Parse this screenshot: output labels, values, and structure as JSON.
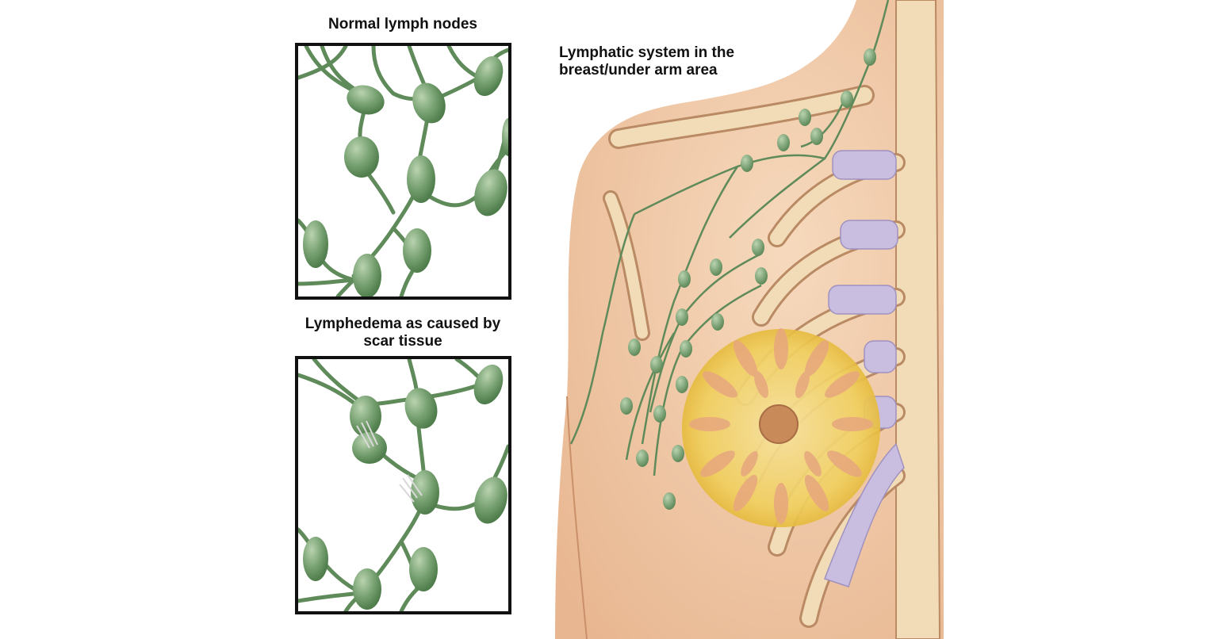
{
  "labels": {
    "normal": "Normal lymph nodes",
    "lymphedema_line1": "Lymphedema as caused by",
    "lymphedema_line2": "scar tissue",
    "system_line1": "Lymphatic system in the",
    "system_line2": "breast/under arm area"
  },
  "colors": {
    "node_fill": "#6e9a6b",
    "node_highlight": "#a8c7a0",
    "vessel": "#5f8a5a",
    "skin": "#efc9a6",
    "bone": "#f2dcb8",
    "cartilage": "#c9bde0",
    "breast_tissue": "#f0d16a",
    "lobule": "#e7a77e",
    "frame": "#111111"
  },
  "icons": [
    "lymph-node-icon",
    "scar-tissue-icon",
    "nipple-icon"
  ]
}
